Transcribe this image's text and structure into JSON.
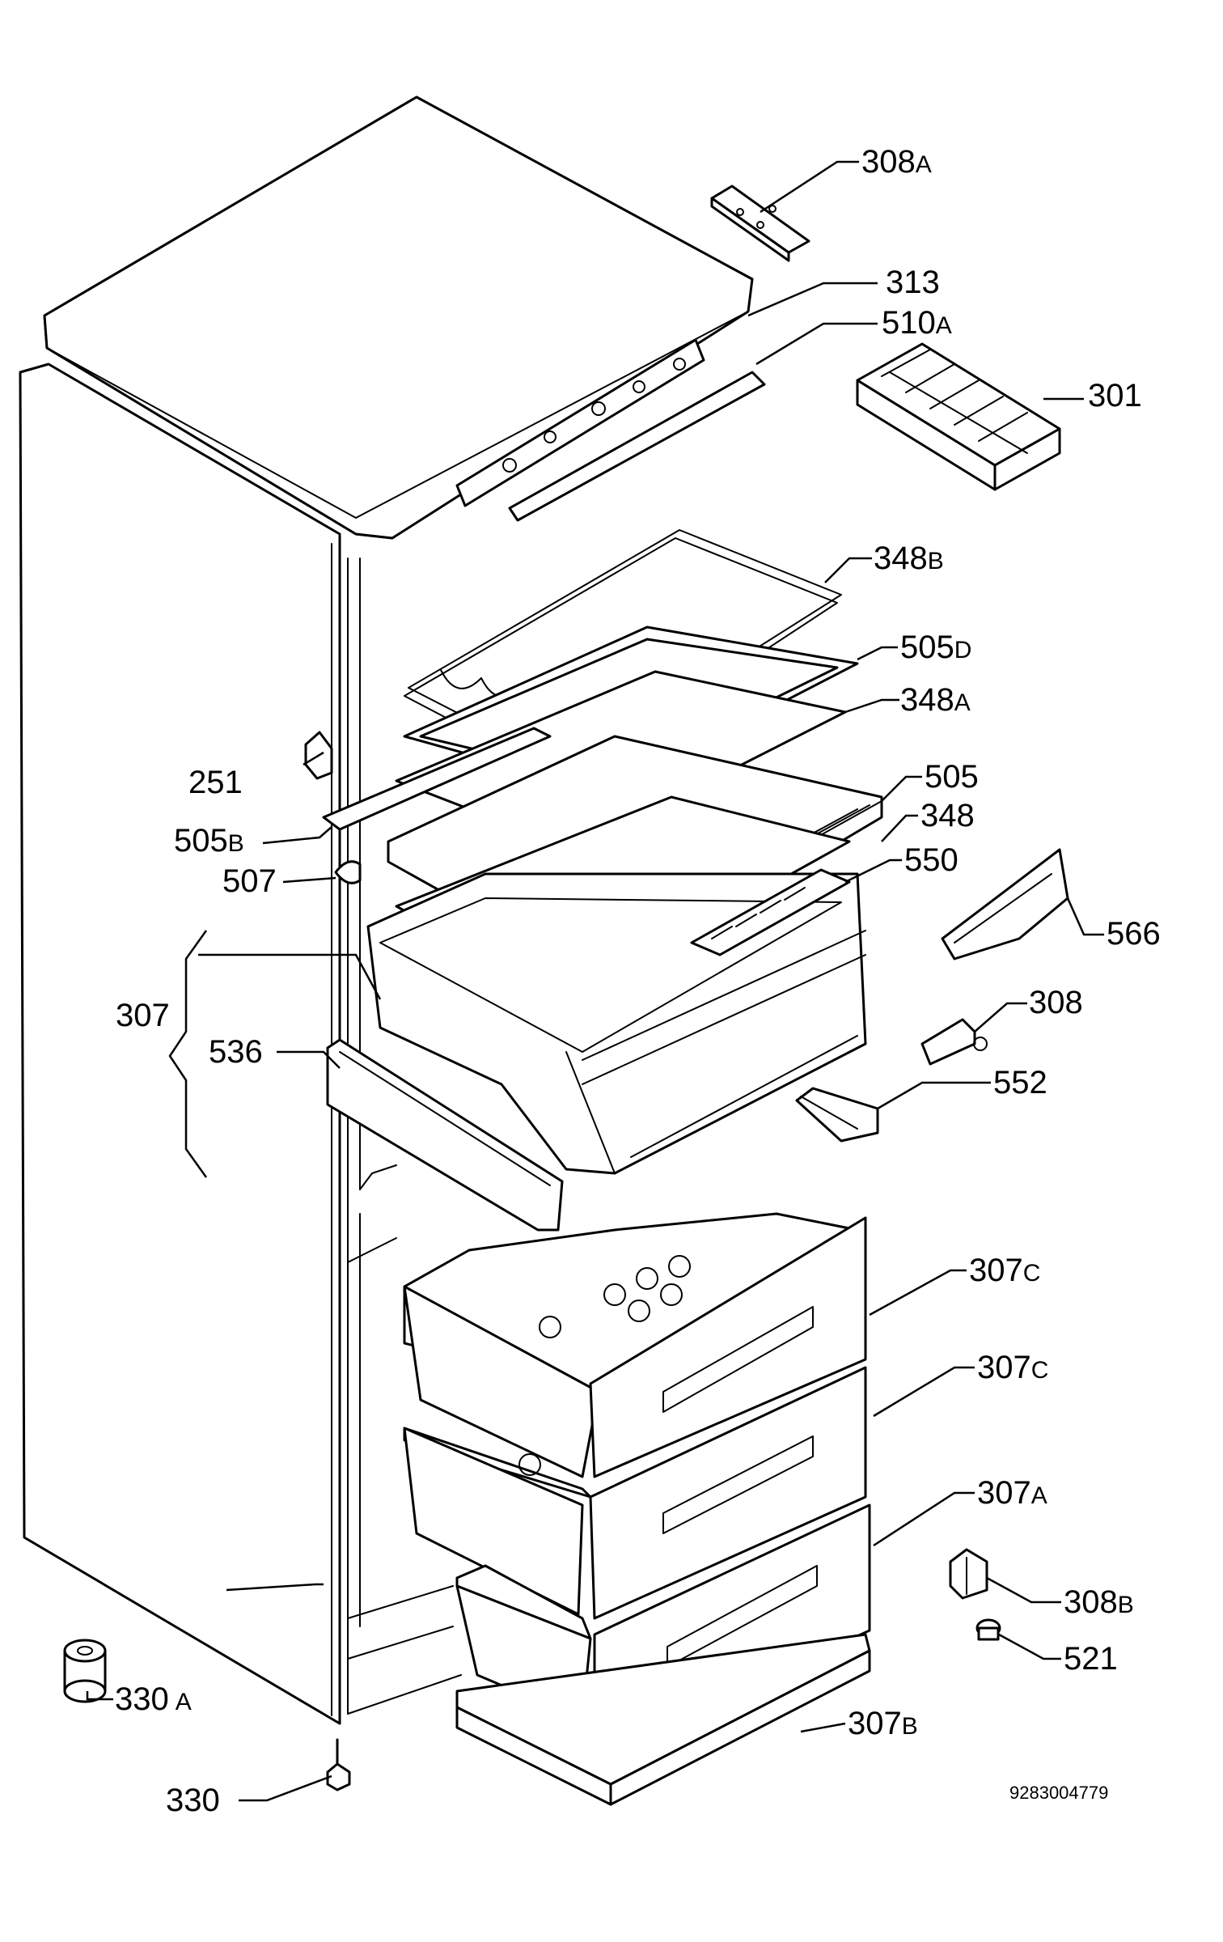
{
  "labels": {
    "l308A": {
      "num": "308",
      "suf": "A"
    },
    "l313": {
      "num": "313",
      "suf": ""
    },
    "l510A": {
      "num": "510",
      "suf": "A"
    },
    "l301": {
      "num": "301",
      "suf": ""
    },
    "l348B": {
      "num": "348",
      "suf": "B"
    },
    "l505D": {
      "num": "505",
      "suf": "D"
    },
    "l348A": {
      "num": "348",
      "suf": "A"
    },
    "l251": {
      "num": "251",
      "suf": ""
    },
    "l505": {
      "num": "505",
      "suf": ""
    },
    "l505B": {
      "num": "505",
      "suf": "B"
    },
    "l348": {
      "num": "348",
      "suf": ""
    },
    "l507": {
      "num": "507",
      "suf": ""
    },
    "l550": {
      "num": "550",
      "suf": ""
    },
    "l566": {
      "num": "566",
      "suf": ""
    },
    "l307": {
      "num": "307",
      "suf": ""
    },
    "l308": {
      "num": "308",
      "suf": ""
    },
    "l536": {
      "num": "536",
      "suf": ""
    },
    "l552": {
      "num": "552",
      "suf": ""
    },
    "l307C1": {
      "num": "307",
      "suf": "C"
    },
    "l307C2": {
      "num": "307",
      "suf": "C"
    },
    "l307A": {
      "num": "307",
      "suf": "A"
    },
    "l308B": {
      "num": "308",
      "suf": "B"
    },
    "l521": {
      "num": "521",
      "suf": ""
    },
    "l330A": {
      "num": "330",
      "suf": "A"
    },
    "l307B": {
      "num": "307",
      "suf": "B"
    },
    "l330": {
      "num": "330",
      "suf": ""
    }
  },
  "document_number": "9283004779"
}
